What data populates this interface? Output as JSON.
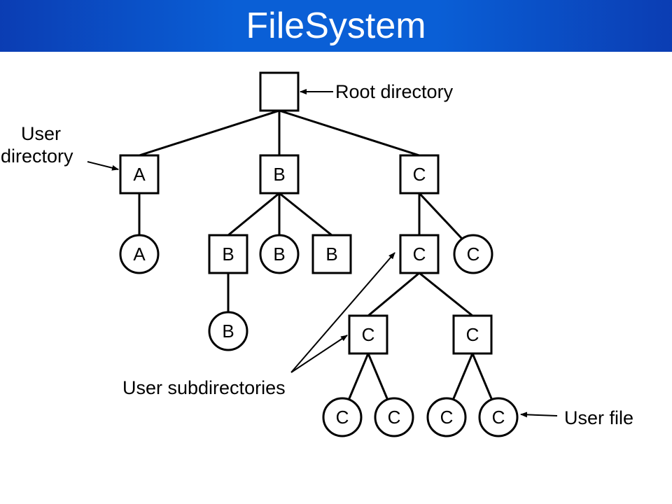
{
  "title": "FileSystem",
  "colors": {
    "header_bg": "#0a5fd6",
    "title_text": "#ffffff",
    "diagram_stroke": "#000000"
  },
  "annotations": {
    "root_directory": "Root directory",
    "user_directory_line1": "User",
    "user_directory_line2": "directory",
    "user_subdirectories": "User subdirectories",
    "user_file": "User file"
  },
  "tree": {
    "root": {
      "label": ""
    },
    "user_directories": [
      {
        "label": "A"
      },
      {
        "label": "B"
      },
      {
        "label": "C"
      }
    ],
    "a_children": [
      {
        "label": "A"
      }
    ],
    "b_children": [
      {
        "label": "B"
      },
      {
        "label": "B"
      },
      {
        "label": "B"
      }
    ],
    "b_grandchildren": [
      {
        "label": "B"
      }
    ],
    "c_children": [
      {
        "label": "C"
      },
      {
        "label": "C"
      }
    ],
    "c_subdirs": [
      {
        "label": "C"
      },
      {
        "label": "C"
      }
    ],
    "c_files": [
      {
        "label": "C"
      },
      {
        "label": "C"
      },
      {
        "label": "C"
      },
      {
        "label": "C"
      }
    ]
  }
}
